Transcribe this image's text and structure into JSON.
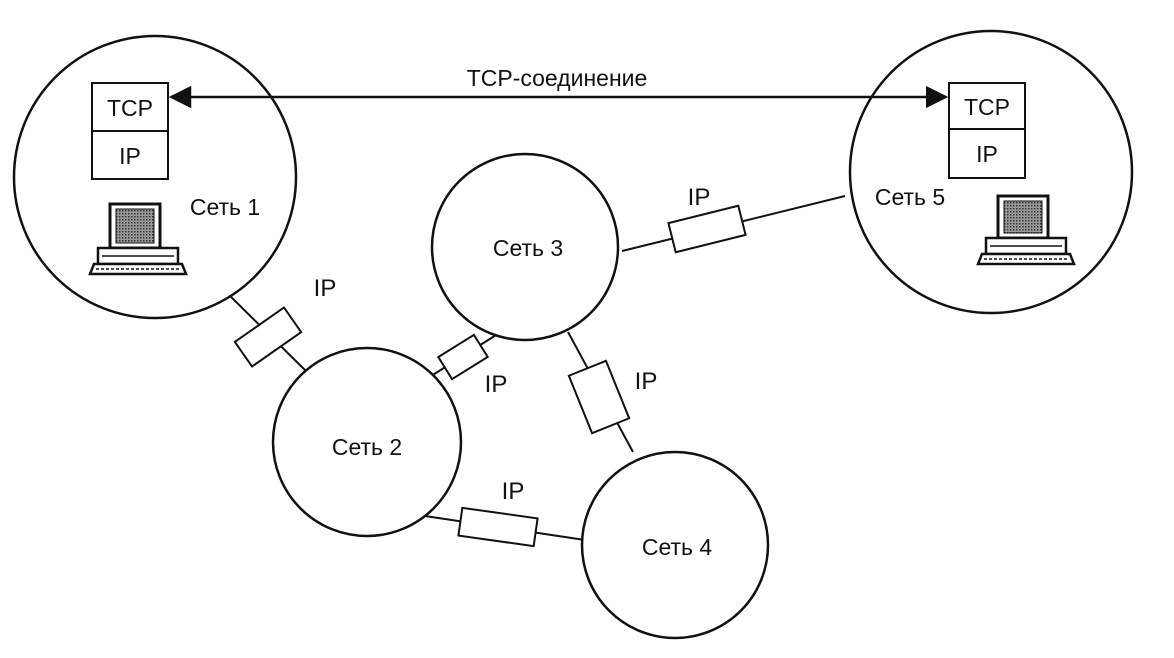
{
  "connection": {
    "label": "TCP-соединение"
  },
  "networks": {
    "net1": "Сеть 1",
    "net2": "Сеть 2",
    "net3": "Сеть 3",
    "net4": "Сеть 4",
    "net5": "Сеть 5"
  },
  "stack": {
    "tcp": "TCP",
    "ip": "IP"
  },
  "links": {
    "link_1_2": "IP",
    "link_2_3": "IP",
    "link_3_4": "IP",
    "link_2_4": "IP",
    "link_3_5": "IP"
  },
  "colors": {
    "ink": "#111111",
    "background": "#ffffff",
    "screen": "#777777"
  },
  "icons": {
    "host_left": "computer-icon",
    "host_right": "computer-icon"
  }
}
